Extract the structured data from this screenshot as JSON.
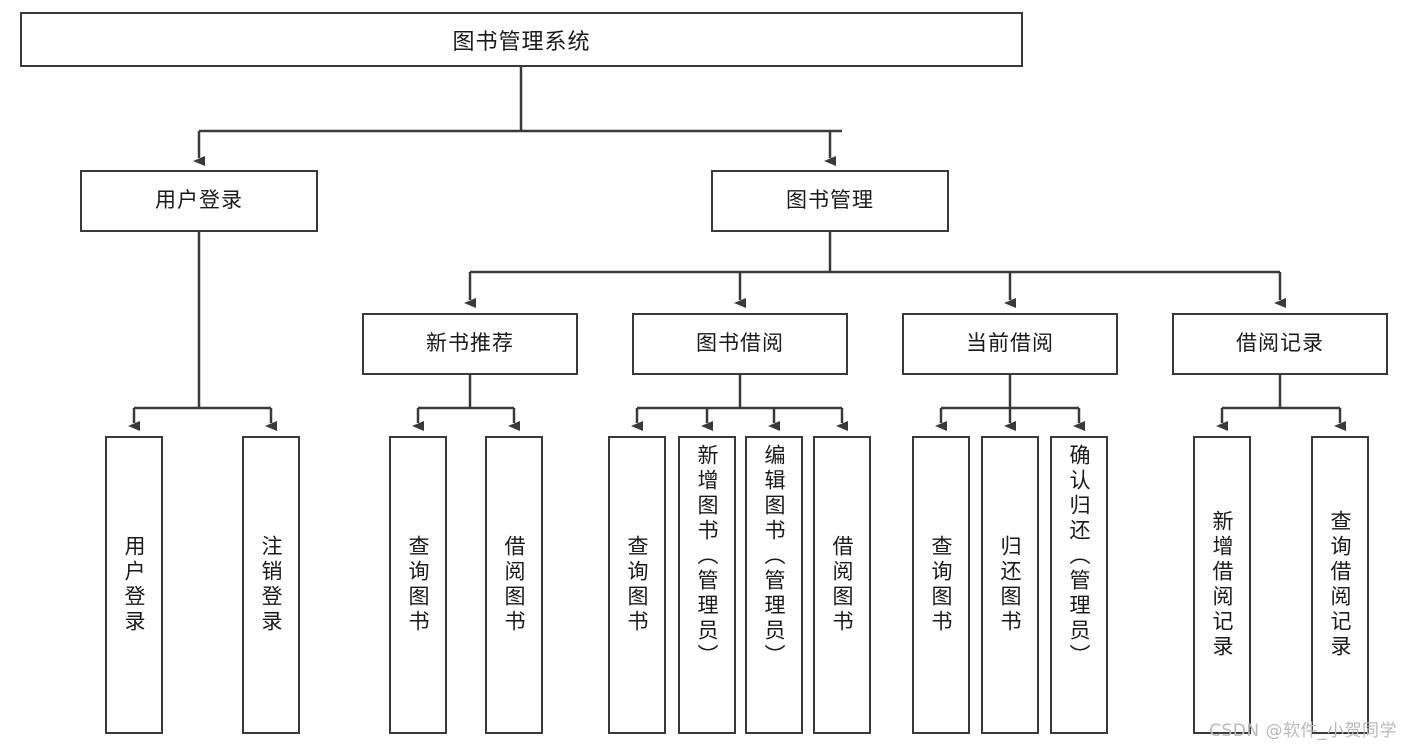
{
  "diagram": {
    "title": "图书管理系统",
    "watermark": "CSDN @软件_小贺同学",
    "root": {
      "label": "图书管理系统"
    },
    "level2": [
      {
        "label": "用户登录"
      },
      {
        "label": "图书管理"
      }
    ],
    "level3": [
      {
        "label": "新书推荐"
      },
      {
        "label": "图书借阅"
      },
      {
        "label": "当前借阅"
      },
      {
        "label": "借阅记录"
      }
    ],
    "leaves": {
      "user_login": [
        {
          "label": "用户登录"
        },
        {
          "label": "注销登录"
        }
      ],
      "new_book_recommend": [
        {
          "label": "查询图书"
        },
        {
          "label": "借阅图书"
        }
      ],
      "book_borrow": [
        {
          "label": "查询图书"
        },
        {
          "label": "新增图书（管理员）"
        },
        {
          "label": "编辑图书（管理员）"
        },
        {
          "label": "借阅图书"
        }
      ],
      "current_borrow": [
        {
          "label": "查询图书"
        },
        {
          "label": "归还图书"
        },
        {
          "label": "确认归还（管理员）"
        }
      ],
      "borrow_record": [
        {
          "label": "新增借阅记录"
        },
        {
          "label": "查询借阅记录"
        }
      ]
    },
    "colors": {
      "border": "#3a3a3a",
      "text": "#1a1a1a",
      "background": "#ffffff",
      "watermark": "#b9b9b9"
    }
  }
}
